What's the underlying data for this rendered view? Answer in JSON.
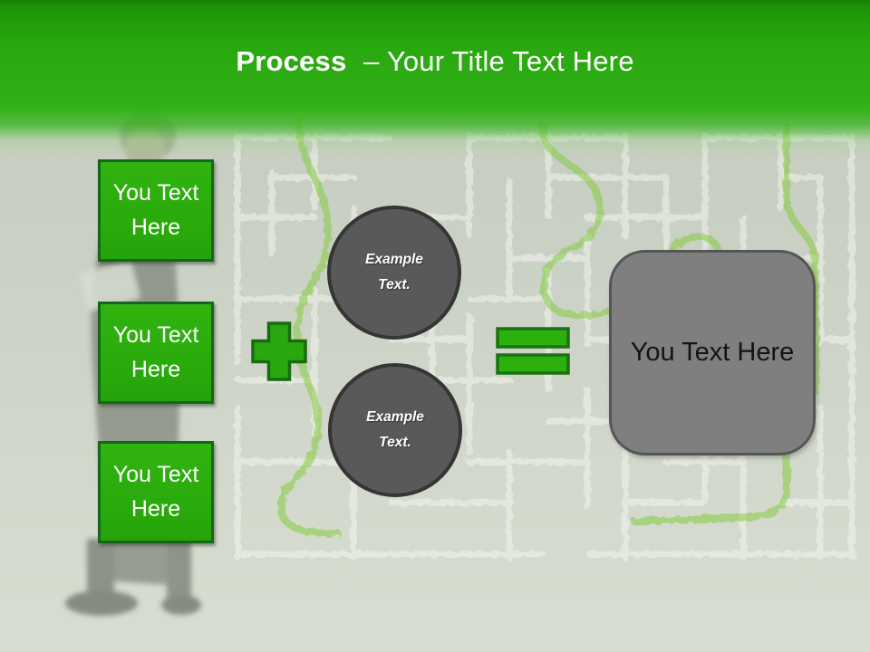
{
  "header": {
    "title_bold": "Process",
    "title_rest": "– Your Title Text Here"
  },
  "left_boxes": [
    {
      "label": "You Text Here"
    },
    {
      "label": "You Text Here"
    },
    {
      "label": "You Text Here"
    }
  ],
  "operators": {
    "plus_icon": "plus-icon",
    "equals_icon": "equals-icon"
  },
  "circles": [
    {
      "label": "Example Text."
    },
    {
      "label": "Example Text."
    }
  ],
  "result_box": {
    "label": "You Text Here"
  },
  "background": {
    "description_hint": "",
    "maze_chalk_color": "#f2f4ec",
    "maze_path_green": "#7fcb36"
  },
  "colors": {
    "header_green": "#2bab10",
    "shape_green": "#2cb00e",
    "shape_green_border": "#15661c",
    "circle_gray": "#595959",
    "circle_border": "#353535",
    "result_gray": "#7f7f7f",
    "result_border": "#565656",
    "title_text": "#ffffff"
  }
}
